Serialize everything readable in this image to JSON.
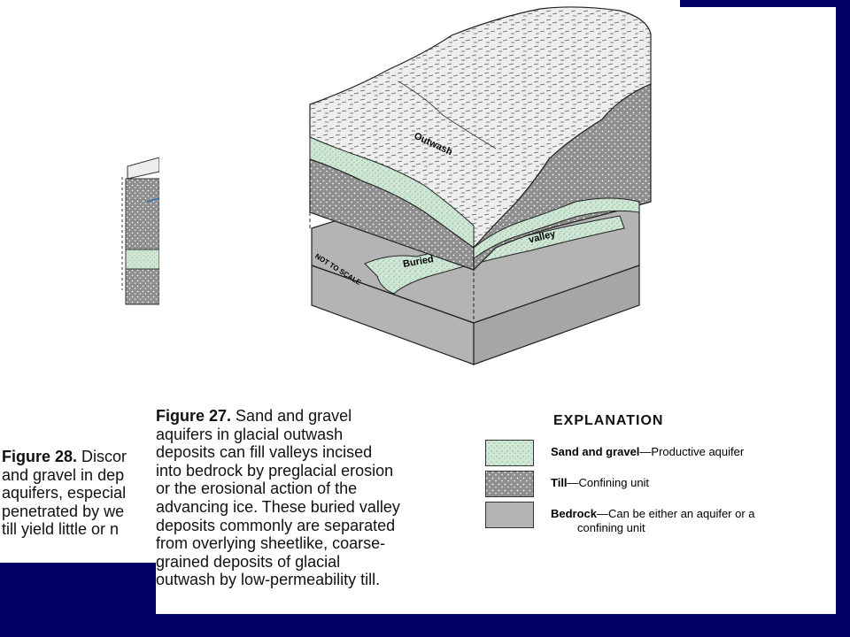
{
  "colors": {
    "frame": "#000066",
    "sand_gravel": "#cfe8d4",
    "till": "#8f8f8f",
    "bedrock": "#b4b4b4",
    "outwash_surface": "#eeeeee"
  },
  "diagram": {
    "labels": {
      "outwash": "Outwash",
      "valley": "valley",
      "buried": "Buried",
      "not_to_scale": "NOT TO SCALE"
    }
  },
  "figure27": {
    "label": "Figure 27.",
    "lines": [
      "Sand and gravel",
      "aquifers in glacial outwash",
      "deposits can fill valleys incised",
      "into bedrock by preglacial erosion",
      "or the erosional action of the",
      "advancing ice. These buried valley",
      "deposits commonly are separated",
      "from overlying sheetlike, coarse-",
      "grained deposits of glacial",
      "outwash by low-permeability till."
    ]
  },
  "figure28": {
    "label": "Figure 28.",
    "lines": [
      "Discor",
      "and gravel in dep",
      "aquifers, especial",
      "penetrated by we",
      "till yield little or n"
    ]
  },
  "explanation": {
    "title": "EXPLANATION",
    "items": [
      {
        "name": "Sand and gravel",
        "desc": "—Productive aquifer"
      },
      {
        "name": "Till",
        "desc": "—Confining unit"
      },
      {
        "name": "Bedrock",
        "desc": "—Can be either an aquifer or a",
        "desc2": "confining unit"
      }
    ]
  }
}
